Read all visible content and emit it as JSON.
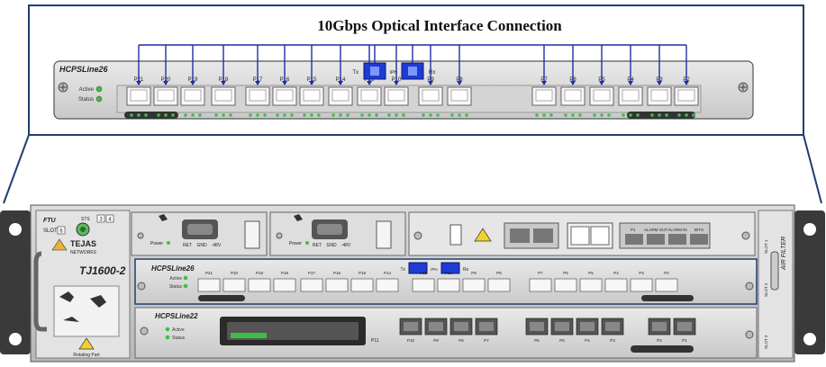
{
  "title": "10Gbps Optical Interface Connection",
  "zoom_card": {
    "name": "HCPSLine26",
    "led_labels": [
      "Active",
      "Status"
    ],
    "port_labels": [
      "P21",
      "P20",
      "P19",
      "P18",
      "P17",
      "P16",
      "P15",
      "P14",
      "P13",
      "P10",
      "P9",
      "P8",
      "P7",
      "P6",
      "P5",
      "P4",
      "P3",
      "P2"
    ],
    "tx_label": "Tx",
    "rx_label": "Rx",
    "iph_label": "iPH"
  },
  "chassis": {
    "ftu_label": "FTU",
    "slot_label": "SLOT",
    "slot_number": "6",
    "sts_label": "STS",
    "slot_nums": [
      "3",
      "4"
    ],
    "brand": "TEJAS",
    "brand_sub": "NETWORKS",
    "model": "TJ1600-2",
    "rotating_label": "Rotating Part",
    "air_filter": "AIR FILTER",
    "side_slot_labels": [
      "SLOT 1",
      "SLOT 2",
      "SLOT 3"
    ],
    "power_label": "Power",
    "terminal_labels": [
      "RET",
      "GND",
      "-48V"
    ],
    "card_mid_name": "HCPSLine26",
    "card_bottom_name": "HCPSLine22",
    "card_bottom_leds": [
      "Active",
      "Status"
    ],
    "card_bottom_ports": [
      "P10",
      "P8",
      "P6",
      "P7",
      "P6",
      "P5",
      "P4",
      "P3",
      "P2",
      "P1"
    ],
    "p11_label": "P11",
    "alarm_labels": [
      "P1",
      "ALARM OUT",
      "ALARM IN",
      "BITS"
    ]
  },
  "colors": {
    "frame": "#1c3f6e",
    "link": "#1e2fa8",
    "led": "#3cc043",
    "tx_box": "#1e3bd6"
  }
}
